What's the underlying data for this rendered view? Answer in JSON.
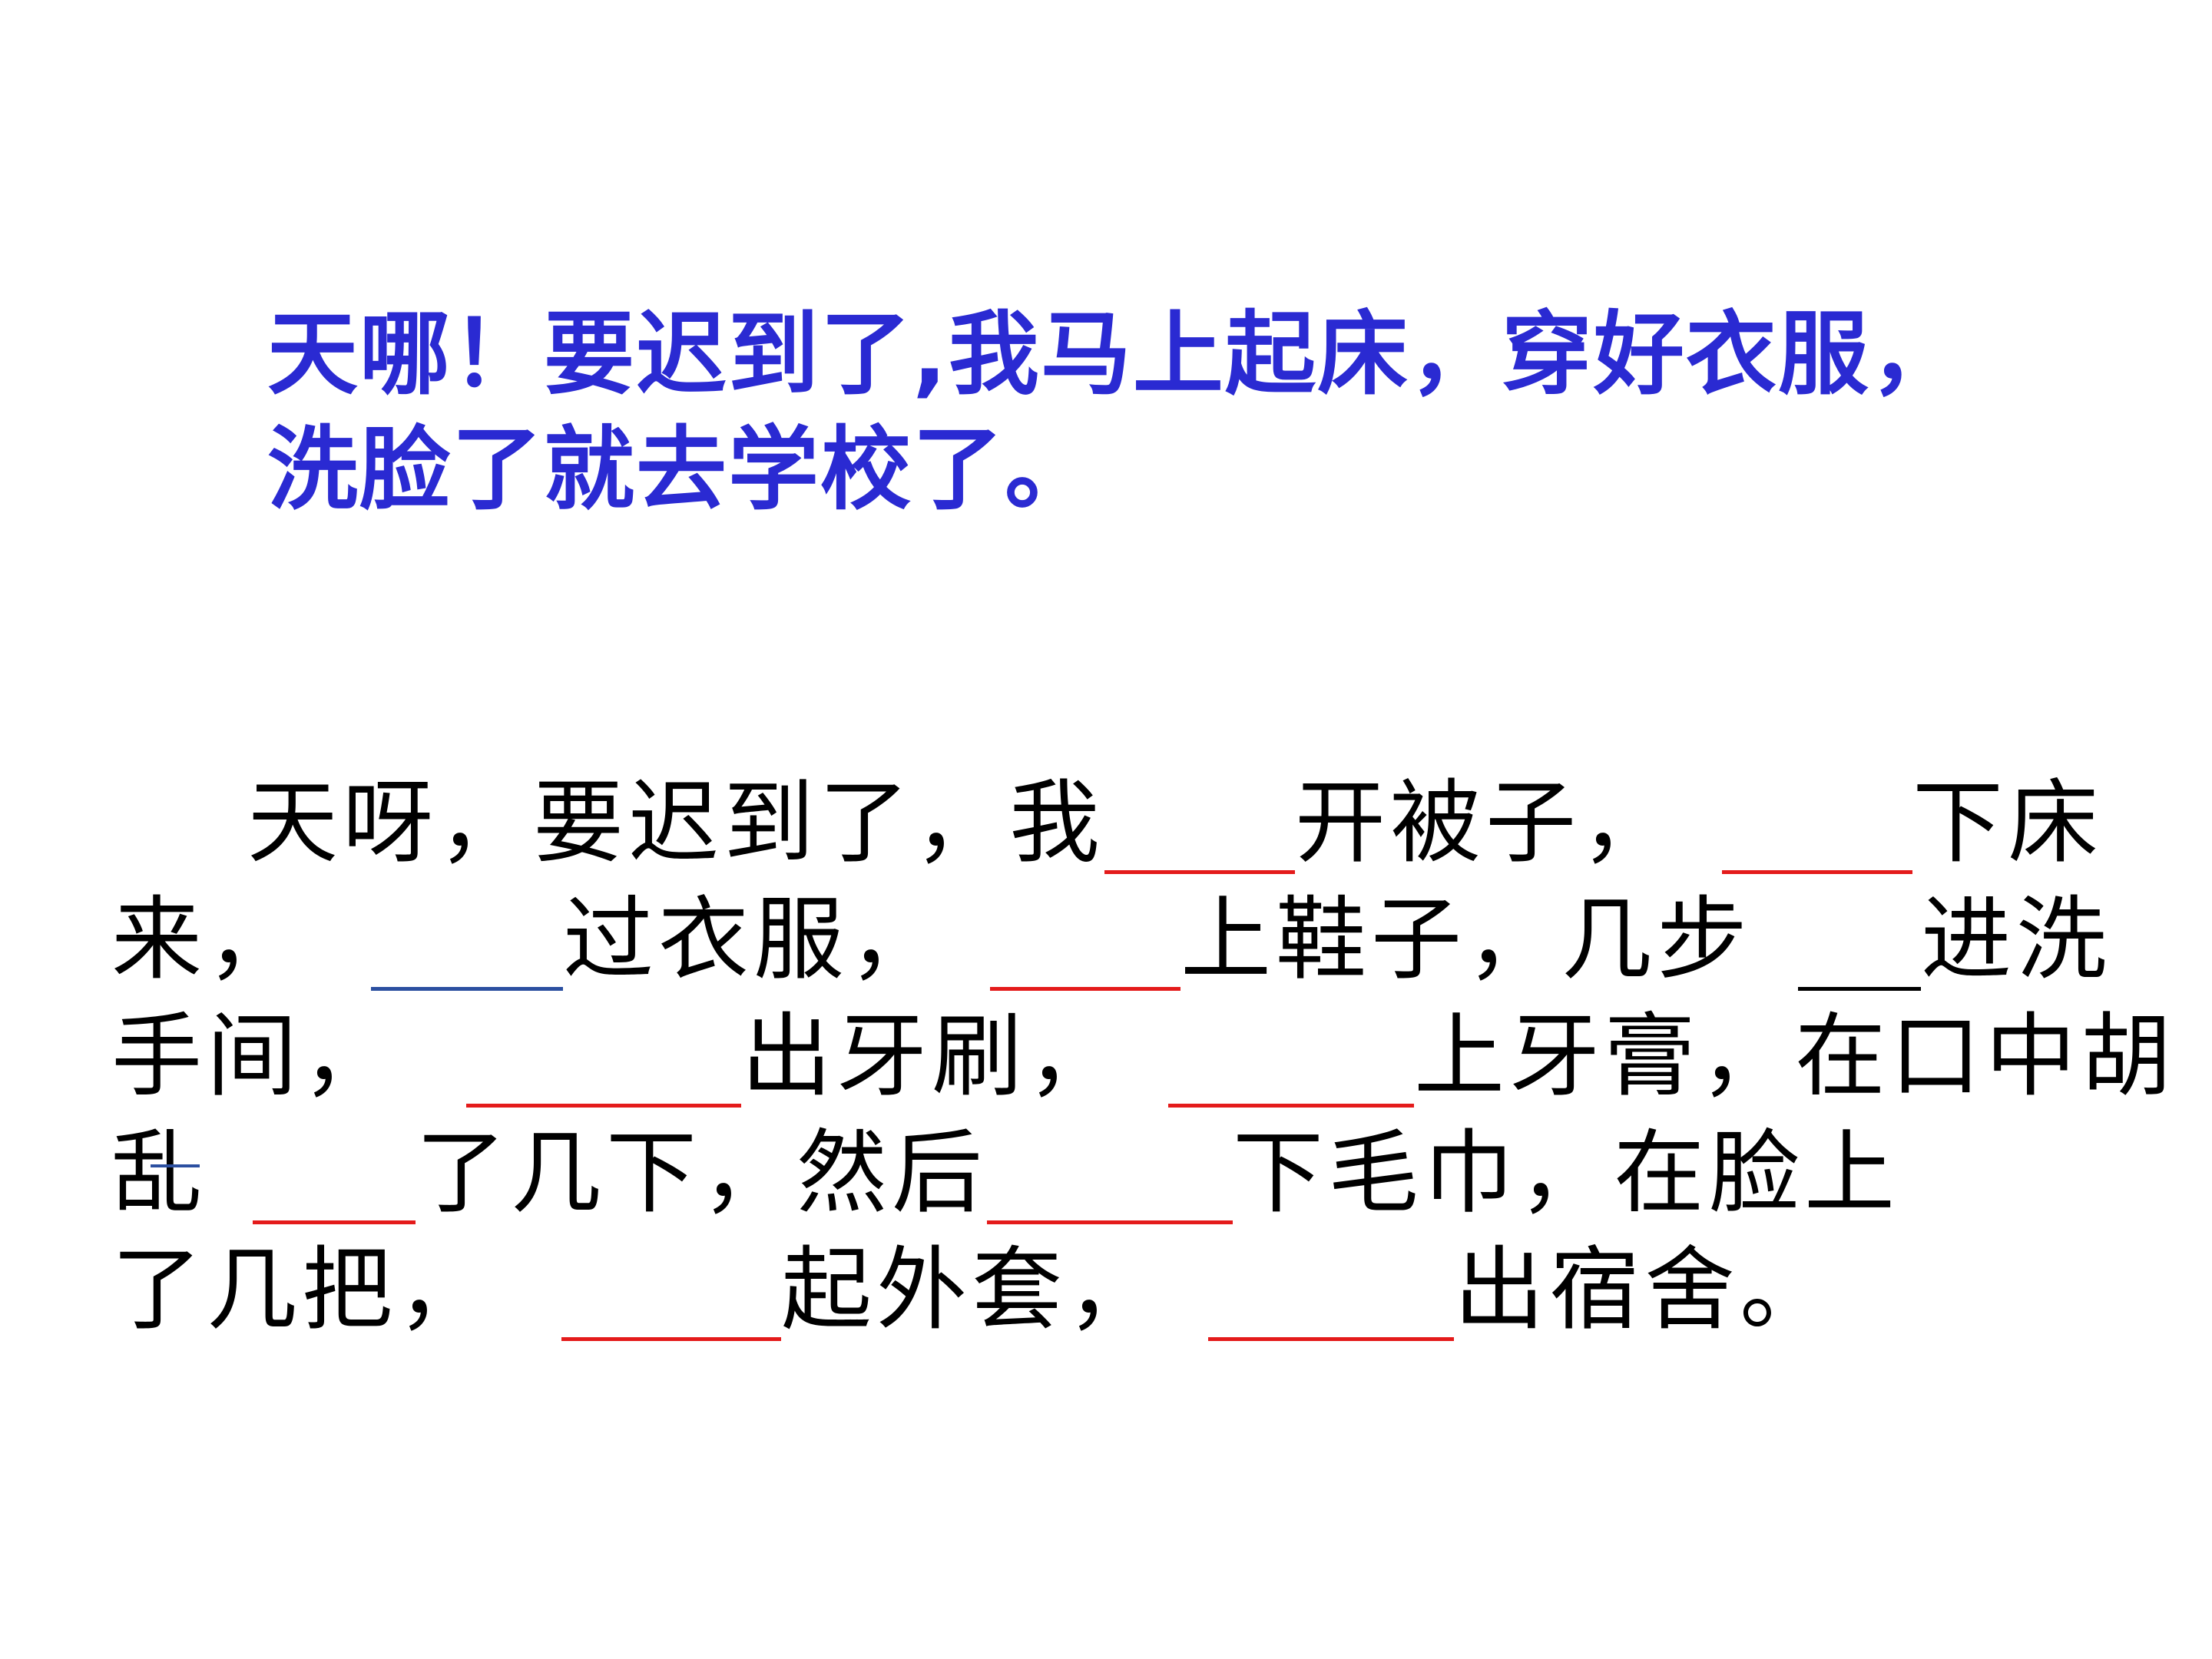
{
  "slide": {
    "top_sentence": {
      "line1": "天哪！要迟到了,我马上起床，穿好衣服，",
      "line2": "洗脸了就去学校了。",
      "color": "#2a2ad2"
    },
    "exercise": {
      "line1": {
        "t1": "天呀，要迟到了，我",
        "t2": "开被子，",
        "t3": "下床"
      },
      "line2": {
        "t1": "来，",
        "t2": "过衣服，",
        "t3": "上鞋子，几步",
        "t4": "进洗"
      },
      "line3": {
        "t1": "手间，",
        "t2": "出牙刷，",
        "t3": "上牙膏，在口中胡"
      },
      "line4": {
        "t1": "乱",
        "t2": "了几下，然后",
        "t3": "下毛巾，在脸上"
      },
      "line5": {
        "t1": "了几把，",
        "t2": "起外套，",
        "t3": "出宿舍。"
      },
      "blank_color": "#e41b1b",
      "alt_blank_color": "#2b4fa0"
    }
  }
}
